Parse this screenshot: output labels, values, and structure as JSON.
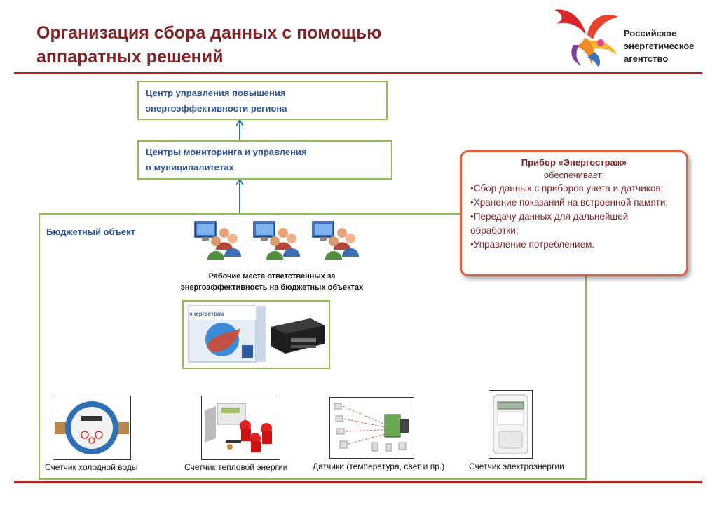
{
  "title": {
    "line1": "Организация сбора данных с помощью",
    "line2": "аппаратных решений"
  },
  "logo": {
    "line1": "Российское",
    "line2": "энергетическое",
    "line3": "агентство",
    "icon": "firebird-logo"
  },
  "diagram": {
    "top_box": {
      "line1": "Центр управления повышения",
      "line2": "энергоэффективности региона"
    },
    "mid_box": {
      "line1": "Центры мониторинга и управления",
      "line2": "в муниципалитетах"
    },
    "budget_label": "Бюджетный объект",
    "workplaces_caption": {
      "line1": "Рабочие места ответственных за",
      "line2": "энергоэффективность на бюджетных объектах"
    },
    "product_brand": "энергостраж",
    "devices": [
      {
        "label": "Счетчик холодной воды",
        "icon": "water-meter-icon"
      },
      {
        "label": "Счетчик тепловой энергии",
        "icon": "heat-meter-icon"
      },
      {
        "label": "Датчики (температура, свет и пр.)",
        "icon": "sensors-icon"
      },
      {
        "label": "Счетчик электроэнергии",
        "icon": "electric-meter-icon"
      }
    ]
  },
  "callout": {
    "title": "Прибор «Энергостраж»",
    "subtitle": "обеспечивает:",
    "bullets": [
      "•Сбор данных с приборов учета и датчиков;",
      "•Хранение показаний на встроенной памяти;",
      "•Передачу данных для дальнейшей обработки;",
      "•Управление потреблением."
    ]
  },
  "colors": {
    "title": "#7f2424",
    "rule": "#b22222",
    "box_border": "#8cc152",
    "box_text": "#2f5597",
    "arrow": "#2e75b6",
    "callout_border": "#e06040"
  }
}
